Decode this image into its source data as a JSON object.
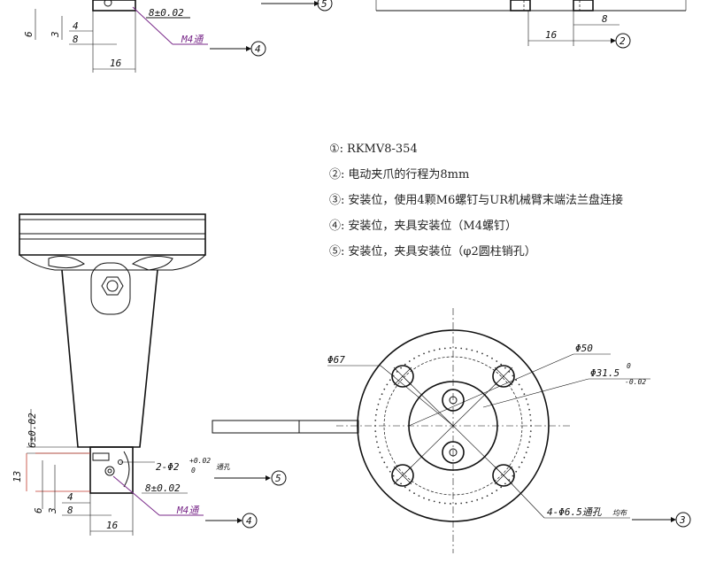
{
  "notes": [
    {
      "num": "①:",
      "text": "RKMV8-354"
    },
    {
      "num": "②:",
      "text": "电动夹爪的行程为8mm"
    },
    {
      "num": "③:",
      "text": "安装位，使用4颗M6螺钉与UR机械臂末端法兰盘连接"
    },
    {
      "num": "④:",
      "text": "安装位，夹具安装位（M4螺钉）"
    },
    {
      "num": "⑤:",
      "text": "安装位，夹具安装位（φ2圆柱销孔）"
    }
  ],
  "top_left": {
    "dim_8pm": "8±0.02",
    "m4": "M4通",
    "d6": "6",
    "d3": "3",
    "d4": "4",
    "d8": "8",
    "d16": "16",
    "callout4": "4",
    "callout5": "5"
  },
  "top_right": {
    "d8": "8",
    "d16": "16",
    "callout2": "2"
  },
  "side_view": {
    "dim_6pm": "6±0.02",
    "dim_13": "13",
    "pin_label": "2-Φ2",
    "pin_tol_up": "+0.02",
    "pin_tol_down": "0",
    "pin_through": "通孔",
    "dim_8pm": "8±0.02",
    "m4": "M4通",
    "d6": "6",
    "d3": "3",
    "d4": "4",
    "d8": "8",
    "d16": "16",
    "callout4": "4",
    "callout5": "5"
  },
  "flange_view": {
    "d67": "Φ67",
    "d50": "Φ50",
    "d315": "Φ31.5",
    "tol_up": "0",
    "tol_down": "-0.02",
    "holes": "4-Φ6.5通孔",
    "even": "均布",
    "callout3": "3"
  }
}
